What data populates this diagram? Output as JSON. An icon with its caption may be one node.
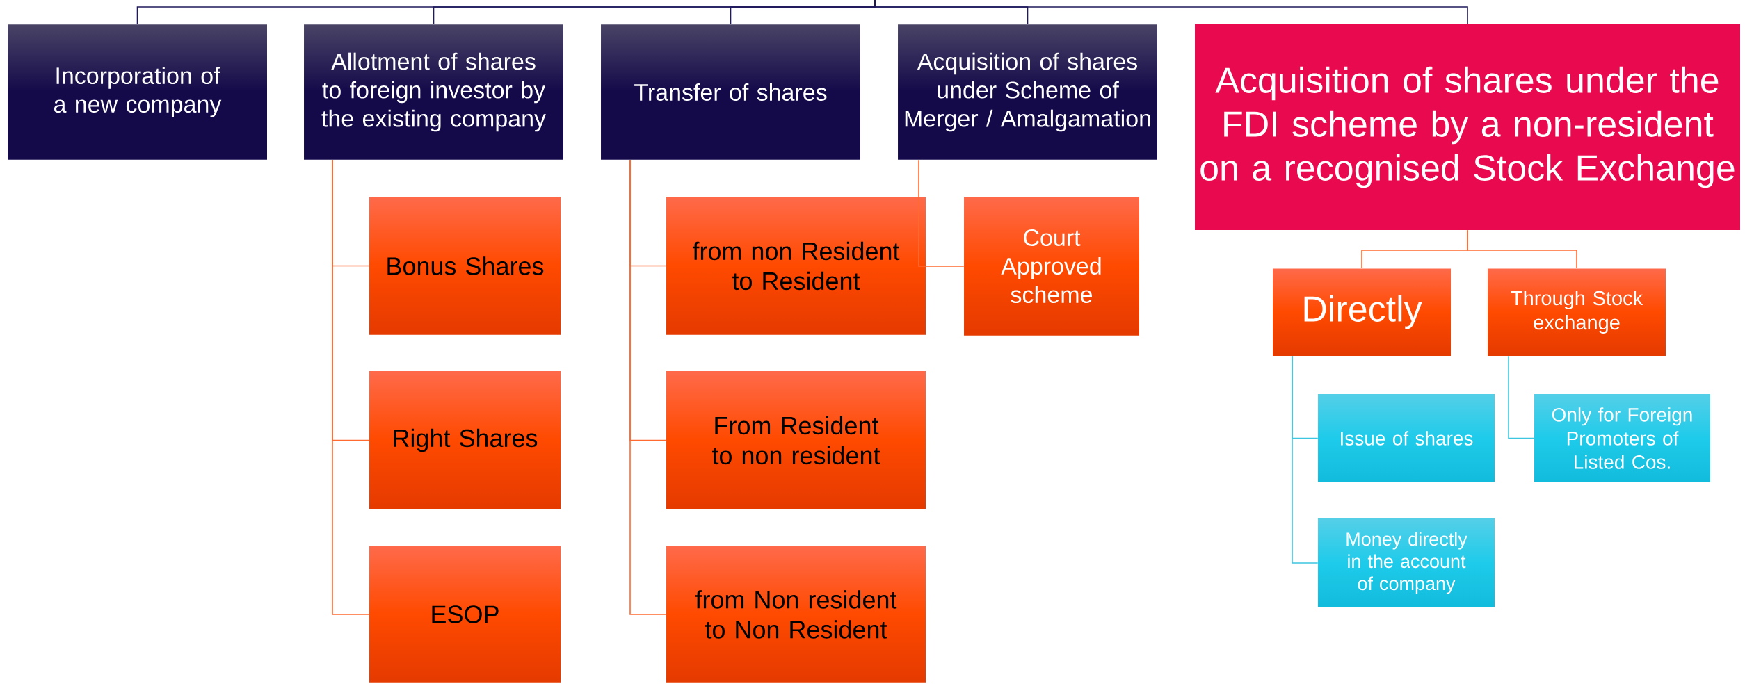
{
  "diagram": {
    "nodes": [
      {
        "text": [
          "Incorporation of a new company"
        ]
      },
      {
        "text": [
          "Allotment of shares to foreign investor by the existing company"
        ]
      },
      {
        "text": [
          "Transfer of shares"
        ]
      },
      {
        "text": [
          "Acquisition of shares under Scheme of Merger / Amalgamation"
        ]
      },
      {
        "text": [
          "Acquisition of shares under the FDI scheme by a non-resident on a recognised Stock Exchange"
        ]
      },
      {
        "text": [
          "Bonus Shares"
        ]
      },
      {
        "text": [
          "Right Shares"
        ]
      },
      {
        "text": [
          "ESOP"
        ]
      },
      {
        "text": [
          "from non Resident to Resident"
        ]
      },
      {
        "text": [
          "From Resident to non resident"
        ]
      },
      {
        "text": [
          "from Non resident to Non Resident"
        ]
      },
      {
        "text": [
          "Court Approved scheme"
        ]
      },
      {
        "text": [
          "Directly"
        ]
      },
      {
        "text": [
          "Through Stock exchange"
        ]
      },
      {
        "text": [
          "Issue of shares"
        ]
      },
      {
        "text": [
          "Money directly in the account of company"
        ]
      },
      {
        "text": [
          "Only for Foreign Promoters of Listed Cos."
        ]
      }
    ],
    "edges": [
      {
        "from": null,
        "to": 0,
        "arrow": "none",
        "color": "#1f1a5c"
      },
      {
        "from": null,
        "to": 1,
        "arrow": "none",
        "color": "#1f1a5c"
      },
      {
        "from": null,
        "to": 2,
        "arrow": "none",
        "color": "#1f1a5c"
      },
      {
        "from": null,
        "to": 3,
        "arrow": "none",
        "color": "#1f1a5c"
      },
      {
        "from": null,
        "to": 4,
        "arrow": "none",
        "color": "#1f1a5c"
      },
      {
        "from": 1,
        "to": 5,
        "arrow": "none"
      },
      {
        "from": 1,
        "to": 6,
        "arrow": "none"
      },
      {
        "from": 1,
        "to": 7,
        "arrow": "none"
      },
      {
        "from": 2,
        "to": 8,
        "arrow": "none"
      },
      {
        "from": 2,
        "to": 9,
        "arrow": "none"
      },
      {
        "from": 2,
        "to": 10,
        "arrow": "none"
      },
      {
        "from": 3,
        "to": 11,
        "arrow": "none"
      },
      {
        "from": 4,
        "to": 12,
        "arrow": "none"
      },
      {
        "from": 4,
        "to": 13,
        "arrow": "none"
      },
      {
        "from": 12,
        "to": 14,
        "arrow": "none",
        "color": "#3ec6e0"
      },
      {
        "from": 12,
        "to": 15,
        "arrow": "none",
        "color": "#3ec6e0"
      },
      {
        "from": 13,
        "to": 16,
        "arrow": "none",
        "color": "#3ec6e0"
      }
    ]
  }
}
